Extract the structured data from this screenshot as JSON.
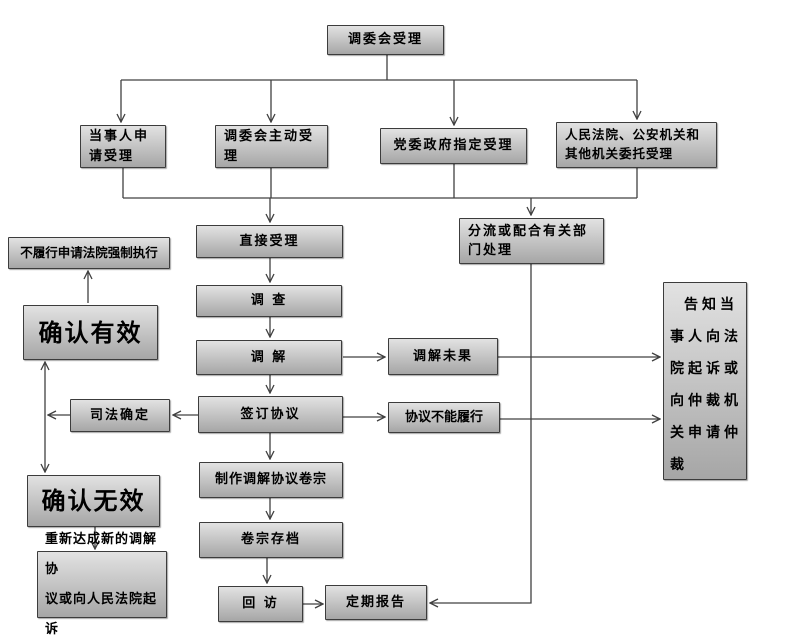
{
  "colors": {
    "background": "#ffffff",
    "box_fill_top": "#e2e2e2",
    "box_fill_bottom": "#a6a6a6",
    "box_border": "#3c3c3c",
    "line": "#404040",
    "text": "#000000"
  },
  "nodes": {
    "committee_accept": {
      "label": "调委会受理"
    },
    "party_apply": {
      "label": "当事人申\n请受理"
    },
    "committee_initiative": {
      "label": "调委会主动受\n理"
    },
    "gov_assigned": {
      "label": "党委政府指定受理"
    },
    "court_entrusted": {
      "label": "人民法院、公安机关和\n其他机关委托受理"
    },
    "direct_accept": {
      "label": "直接受理"
    },
    "divert": {
      "label": "分流或配合有关部\n门处理"
    },
    "investigate": {
      "label": "调 查"
    },
    "mediate": {
      "label": "调 解"
    },
    "mediation_failed": {
      "label": "调解未果"
    },
    "sign_agreement": {
      "label": "签订协议"
    },
    "judicial_confirm": {
      "label": "司法确定"
    },
    "agreement_not_performed": {
      "label": "协议不能履行"
    },
    "confirm_valid": {
      "label": "确认有效"
    },
    "apply_enforcement": {
      "label": "不履行申请法院强制执行"
    },
    "confirm_invalid": {
      "label": "确认无效"
    },
    "renew_or_sue": {
      "label": "重新达成新的调解协\n议或向人民法院起诉"
    },
    "make_mediation_file": {
      "label": "制作调解协议卷宗"
    },
    "archive_file": {
      "label": "卷宗存档"
    },
    "revisit": {
      "label": "回 访"
    },
    "periodic_report": {
      "label": "定期报告"
    },
    "inform_litigation": {
      "label": "告知当\n事人向法\n院起诉或\n向仲裁机\n关申请仲\n裁"
    }
  }
}
